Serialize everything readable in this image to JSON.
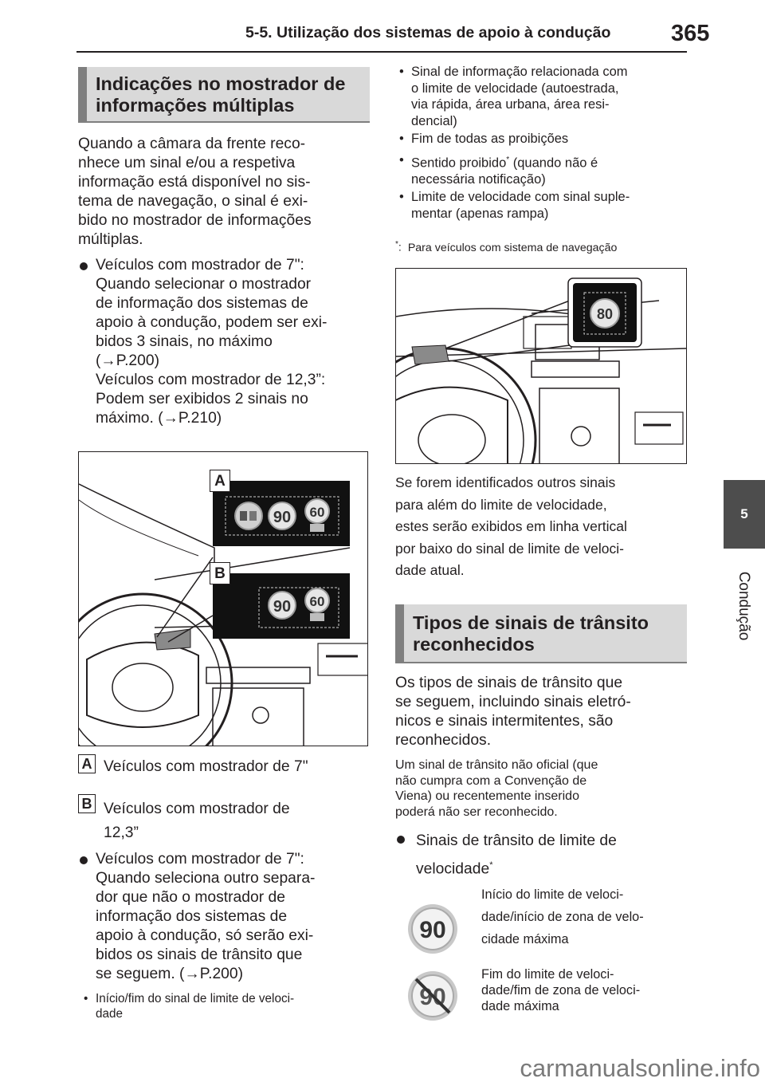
{
  "header": {
    "section_title": "5-5. Utilização dos sistemas de apoio à condução",
    "page_number": "365"
  },
  "side_tab": {
    "number": "5",
    "label": "Condução"
  },
  "left": {
    "heading": "Indicações no mostrador de informações múltiplas",
    "intro": "Quando a câmara da frente reco-\nnhece um sinal e/ou a respetiva\ninformação está disponível no sis-\ntema de navegação, o sinal é exi-\nbido no mostrador de informações\nmúltiplas.",
    "bullet1": "Veículos com mostrador de 7\":\nQuando selecionar o mostrador\nde informação dos sistemas de\napoio à condução, podem ser exi-\nbidos 3 sinais, no máximo\n(→P.200)\nVeículos com mostrador de 12,3”:\nPodem ser exibidos 2 sinais no\nmáximo. (→P.210)",
    "figure": {
      "callout_a": "A",
      "callout_b": "B",
      "sign_90": "90",
      "sign_60": "60"
    },
    "legend": [
      {
        "key": "A",
        "text": "Veículos com mostrador de 7\""
      },
      {
        "key": "B",
        "text": "Veículos com mostrador de\n12,3”"
      }
    ],
    "bullet2": "Veículos com mostrador de 7\":\nQuando seleciona outro separa-\ndor que não o mostrador de\ninformação dos sistemas de\napoio à condução, só serão exi-\nbidos os sinais de trânsito que\nse seguem. (→P.200)",
    "small_bullet": "Início/fim do sinal de limite de veloci-\ndade"
  },
  "right": {
    "small_bullets": [
      "Sinal de informação relacionada com\no limite de velocidade (autoestrada,\nvia rápida, área urbana, área resi-\ndencial)",
      "Fim de todas as proibições",
      "Sentido proibido",
      "Limite de velocidade com sinal suple-\nmentar (apenas rampa)"
    ],
    "forbidden_suffix": " (quando não é\nnecessária notificação)",
    "asterisk": "*",
    "footnote_mark": ":",
    "footnote": "Para veículos com sistema de navegação",
    "figure_sign": "80",
    "para1": "Se forem identificados outros sinais\npara além do limite de velocidade,\nestes serão exibidos em linha vertical\npor baixo do sinal de limite de veloci-\ndade atual.",
    "heading2": "Tipos de sinais de trânsito reconhecidos",
    "para2": "Os tipos de sinais de trânsito que\nse seguem, incluindo sinais eletró-\nnicos e sinais intermitentes, são\nreconhecidos.",
    "note": "Um sinal de trânsito não oficial (que\nnão cumpra com a Convenção de\nViena) ou recentemente inserido\npoderá não ser reconhecido.",
    "bullet3": "Sinais de trânsito de limite de\nvelocidade",
    "sign_rows": [
      {
        "sign": "90",
        "text": "Início do limite de veloci-\ndade/início de zona de velo-\ncidade máxima"
      },
      {
        "sign": "90",
        "text": "Fim do limite de veloci-\ndade/fim de zona de veloci-\ndade máxima"
      }
    ]
  },
  "watermark": "carmanualsonline.info",
  "colors": {
    "heading_bg": "#d9d9d9",
    "heading_bar": "#7f7f7f",
    "side_tab": "#4d4d4d",
    "sign_red": "#c0392b"
  }
}
